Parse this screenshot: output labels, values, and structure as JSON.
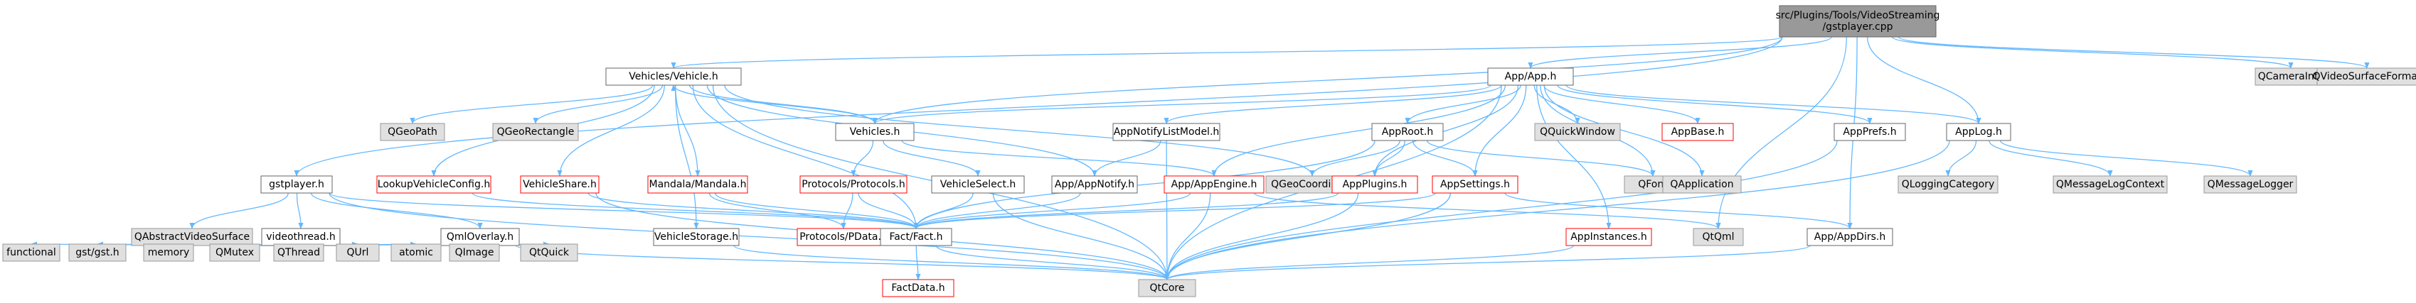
{
  "diagram": {
    "type": "include-dependency-graph",
    "colors": {
      "edge": "#63b8ff",
      "root_fill": "#999999",
      "root_border": "#666666",
      "normal_border": "#666666",
      "truncated_border": "#ff0000",
      "system_fill": "#e0e0e0",
      "system_border": "#999999",
      "node_fill": "#ffffff"
    },
    "nodes": {
      "root": {
        "label": [
          "src/Plugins/Tools/VideoStreaming",
          "/gstplayer.cpp"
        ],
        "kind": "root"
      },
      "vehicle": {
        "label": [
          "Vehicles/Vehicle.h"
        ],
        "kind": "normal"
      },
      "app": {
        "label": [
          "App/App.h"
        ],
        "kind": "normal"
      },
      "qcamerainfo": {
        "label": [
          "QCameraInfo"
        ],
        "kind": "system"
      },
      "qvideosurfaceformat": {
        "label": [
          "QVideoSurfaceFormat"
        ],
        "kind": "system"
      },
      "qgeopath": {
        "label": [
          "QGeoPath"
        ],
        "kind": "system"
      },
      "qgeorectangle": {
        "label": [
          "QGeoRectangle"
        ],
        "kind": "system"
      },
      "vehicles": {
        "label": [
          "Vehicles.h"
        ],
        "kind": "normal"
      },
      "appnotifylistmodel": {
        "label": [
          "AppNotifyListModel.h"
        ],
        "kind": "normal"
      },
      "approot": {
        "label": [
          "AppRoot.h"
        ],
        "kind": "normal"
      },
      "qquickwindow": {
        "label": [
          "QQuickWindow"
        ],
        "kind": "system"
      },
      "appbase": {
        "label": [
          "AppBase.h"
        ],
        "kind": "truncated"
      },
      "appprefs": {
        "label": [
          "AppPrefs.h"
        ],
        "kind": "normal"
      },
      "applog": {
        "label": [
          "AppLog.h"
        ],
        "kind": "normal"
      },
      "gstplayer": {
        "label": [
          "gstplayer.h"
        ],
        "kind": "normal"
      },
      "lookupvehicleconfig": {
        "label": [
          "LookupVehicleConfig.h"
        ],
        "kind": "truncated"
      },
      "vehicleshare": {
        "label": [
          "VehicleShare.h"
        ],
        "kind": "truncated"
      },
      "mandala": {
        "label": [
          "Mandala/Mandala.h"
        ],
        "kind": "truncated"
      },
      "protocols": {
        "label": [
          "Protocols/Protocols.h"
        ],
        "kind": "truncated"
      },
      "vehicleselect": {
        "label": [
          "VehicleSelect.h"
        ],
        "kind": "normal"
      },
      "appnotify": {
        "label": [
          "App/AppNotify.h"
        ],
        "kind": "normal"
      },
      "appengine": {
        "label": [
          "App/AppEngine.h"
        ],
        "kind": "truncated"
      },
      "qgeocoordinate": {
        "label": [
          "QGeoCoordinate"
        ],
        "kind": "system"
      },
      "appplugins": {
        "label": [
          "AppPlugins.h"
        ],
        "kind": "truncated"
      },
      "appsettings": {
        "label": [
          "AppSettings.h"
        ],
        "kind": "truncated"
      },
      "qfont": {
        "label": [
          "QFont"
        ],
        "kind": "system"
      },
      "qapplication": {
        "label": [
          "QApplication"
        ],
        "kind": "system"
      },
      "qloggingcategory": {
        "label": [
          "QLoggingCategory"
        ],
        "kind": "system"
      },
      "qmessagelogcontext": {
        "label": [
          "QMessageLogContext"
        ],
        "kind": "system"
      },
      "qmessagelogger": {
        "label": [
          "QMessageLogger"
        ],
        "kind": "system"
      },
      "qabstractvideosurface": {
        "label": [
          "QAbstractVideoSurface"
        ],
        "kind": "system"
      },
      "videothread": {
        "label": [
          "videothread.h"
        ],
        "kind": "normal"
      },
      "qmloverlay": {
        "label": [
          "QmlOverlay.h"
        ],
        "kind": "normal"
      },
      "vehiclestorage": {
        "label": [
          "VehicleStorage.h"
        ],
        "kind": "normal"
      },
      "pdata": {
        "label": [
          "Protocols/PData.h"
        ],
        "kind": "truncated"
      },
      "fact": {
        "label": [
          "Fact/Fact.h"
        ],
        "kind": "normal"
      },
      "appinstances": {
        "label": [
          "AppInstances.h"
        ],
        "kind": "truncated"
      },
      "qtqml": {
        "label": [
          "QtQml"
        ],
        "kind": "system"
      },
      "appdirs": {
        "label": [
          "App/AppDirs.h"
        ],
        "kind": "normal"
      },
      "functional": {
        "label": [
          "functional"
        ],
        "kind": "system"
      },
      "gstgst": {
        "label": [
          "gst/gst.h"
        ],
        "kind": "system"
      },
      "memory": {
        "label": [
          "memory"
        ],
        "kind": "system"
      },
      "qmutex": {
        "label": [
          "QMutex"
        ],
        "kind": "system"
      },
      "qthread": {
        "label": [
          "QThread"
        ],
        "kind": "system"
      },
      "qurl": {
        "label": [
          "QUrl"
        ],
        "kind": "system"
      },
      "atomic": {
        "label": [
          "atomic"
        ],
        "kind": "system"
      },
      "qimage": {
        "label": [
          "QImage"
        ],
        "kind": "system"
      },
      "qtquick": {
        "label": [
          "QtQuick"
        ],
        "kind": "system"
      },
      "qtcore": {
        "label": [
          "QtCore"
        ],
        "kind": "system"
      },
      "factdata": {
        "label": [
          "FactData.h"
        ],
        "kind": "truncated"
      }
    },
    "edges": [
      [
        "root",
        "vehicle"
      ],
      [
        "root",
        "app"
      ],
      [
        "root",
        "qcamerainfo"
      ],
      [
        "root",
        "qvideosurfaceformat"
      ],
      [
        "root",
        "gstplayer"
      ],
      [
        "root",
        "qtqml"
      ],
      [
        "root",
        "appdirs"
      ],
      [
        "root",
        "vehicles"
      ],
      [
        "root",
        "applog"
      ],
      [
        "vehicle",
        "qgeopath"
      ],
      [
        "vehicle",
        "qgeorectangle"
      ],
      [
        "vehicle",
        "vehicles"
      ],
      [
        "vehicle",
        "lookupvehicleconfig"
      ],
      [
        "vehicle",
        "vehicleshare"
      ],
      [
        "vehicle",
        "mandala"
      ],
      [
        "vehicle",
        "vehiclestorage"
      ],
      [
        "vehicle",
        "fact"
      ],
      [
        "vehicle",
        "qgeocoordinate"
      ],
      [
        "vehicle",
        "appnotify"
      ],
      [
        "vehicle",
        "qtcore"
      ],
      [
        "vehicles",
        "vehicle"
      ],
      [
        "vehicles",
        "protocols"
      ],
      [
        "vehicles",
        "vehicleselect"
      ],
      [
        "vehicles",
        "appengine"
      ],
      [
        "app",
        "vehicles"
      ],
      [
        "app",
        "appnotifylistmodel"
      ],
      [
        "app",
        "approot"
      ],
      [
        "app",
        "qquickwindow"
      ],
      [
        "app",
        "appbase"
      ],
      [
        "app",
        "appprefs"
      ],
      [
        "app",
        "applog"
      ],
      [
        "app",
        "appengine"
      ],
      [
        "app",
        "appplugins"
      ],
      [
        "app",
        "appsettings"
      ],
      [
        "app",
        "qfont"
      ],
      [
        "app",
        "qapplication"
      ],
      [
        "app",
        "appinstances"
      ],
      [
        "app",
        "qtcore"
      ],
      [
        "appnotifylistmodel",
        "appnotify"
      ],
      [
        "appnotifylistmodel",
        "qtcore"
      ],
      [
        "approot",
        "qgeocoordinate"
      ],
      [
        "approot",
        "appplugins"
      ],
      [
        "approot",
        "appsettings"
      ],
      [
        "approot",
        "qfont"
      ],
      [
        "approot",
        "fact"
      ],
      [
        "appprefs",
        "qtcore"
      ],
      [
        "applog",
        "qloggingcategory"
      ],
      [
        "applog",
        "qmessagelogcontext"
      ],
      [
        "applog",
        "qmessagelogger"
      ],
      [
        "applog",
        "qtcore"
      ],
      [
        "gstplayer",
        "qabstractvideosurface"
      ],
      [
        "gstplayer",
        "videothread"
      ],
      [
        "gstplayer",
        "qmloverlay"
      ],
      [
        "gstplayer",
        "fact"
      ],
      [
        "gstplayer",
        "qtcore"
      ],
      [
        "lookupvehicleconfig",
        "fact"
      ],
      [
        "vehicleshare",
        "fact"
      ],
      [
        "vehicleshare",
        "qtcore"
      ],
      [
        "mandala",
        "fact"
      ],
      [
        "mandala",
        "pdata"
      ],
      [
        "protocols",
        "pdata"
      ],
      [
        "protocols",
        "fact"
      ],
      [
        "vehicleselect",
        "fact"
      ],
      [
        "vehicleselect",
        "qtcore"
      ],
      [
        "appnotify",
        "fact"
      ],
      [
        "appengine",
        "fact"
      ],
      [
        "appengine",
        "qtcore"
      ],
      [
        "appengine",
        "qtqml"
      ],
      [
        "appplugins",
        "fact"
      ],
      [
        "appplugins",
        "qtcore"
      ],
      [
        "appsettings",
        "fact"
      ],
      [
        "appsettings",
        "qtcore"
      ],
      [
        "appsettings",
        "appdirs"
      ],
      [
        "appinstances",
        "qtcore"
      ],
      [
        "appdirs",
        "qtcore"
      ],
      [
        "videothread",
        "functional"
      ],
      [
        "videothread",
        "gstgst"
      ],
      [
        "videothread",
        "memory"
      ],
      [
        "videothread",
        "qmutex"
      ],
      [
        "videothread",
        "qthread"
      ],
      [
        "videothread",
        "qurl"
      ],
      [
        "videothread",
        "atomic"
      ],
      [
        "videothread",
        "qimage"
      ],
      [
        "qmloverlay",
        "qimage"
      ],
      [
        "qmloverlay",
        "qtquick"
      ],
      [
        "qmloverlay",
        "qtcore"
      ],
      [
        "vehiclestorage",
        "qtcore"
      ],
      [
        "fact",
        "factdata"
      ],
      [
        "fact",
        "qtcore"
      ]
    ]
  }
}
